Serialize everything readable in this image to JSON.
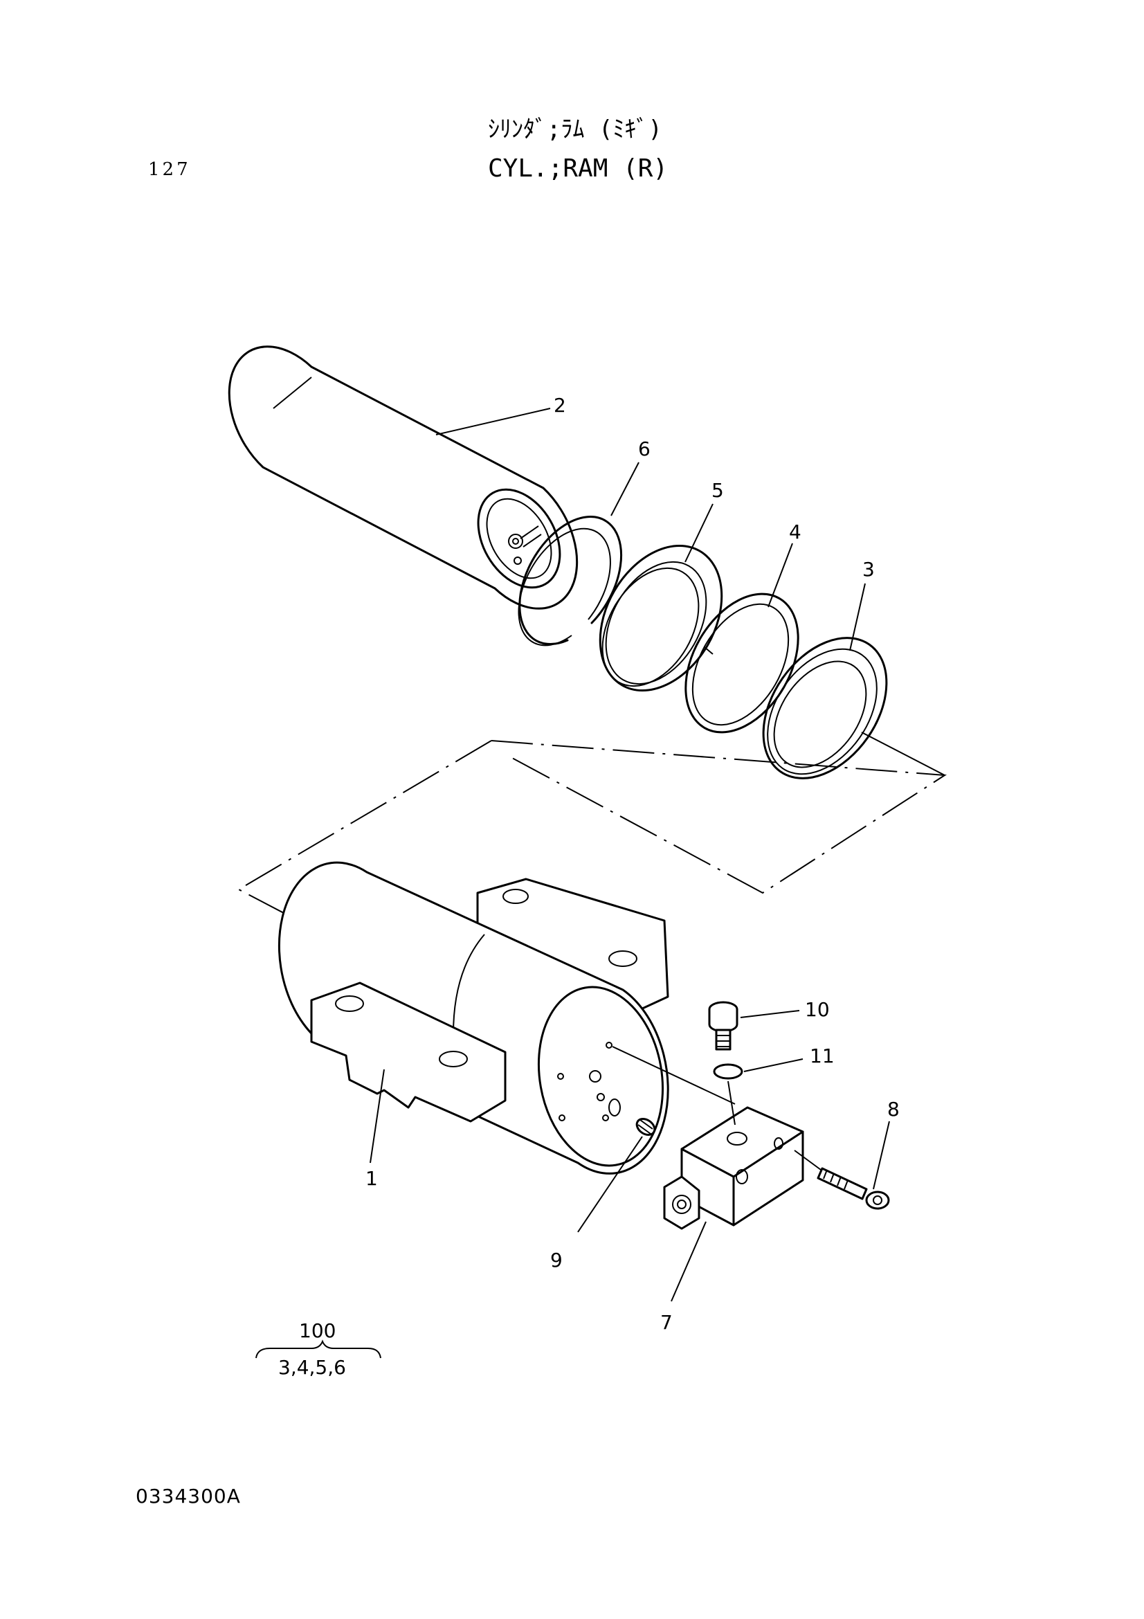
{
  "header": {
    "page_number": "127",
    "title_jp": "ｼﾘﾝﾀﾞ;ﾗﾑ (ﾐｷﾞ)",
    "title_en": "CYL.;RAM (R)"
  },
  "callouts": {
    "c1": "1",
    "c2": "2",
    "c3": "3",
    "c4": "4",
    "c5": "5",
    "c6": "6",
    "c7": "7",
    "c8": "8",
    "c9": "9",
    "c10": "10",
    "c11": "11"
  },
  "kit": {
    "number": "100",
    "parts": "3,4,5,6"
  },
  "footer": {
    "doc_code": "0334300A"
  }
}
